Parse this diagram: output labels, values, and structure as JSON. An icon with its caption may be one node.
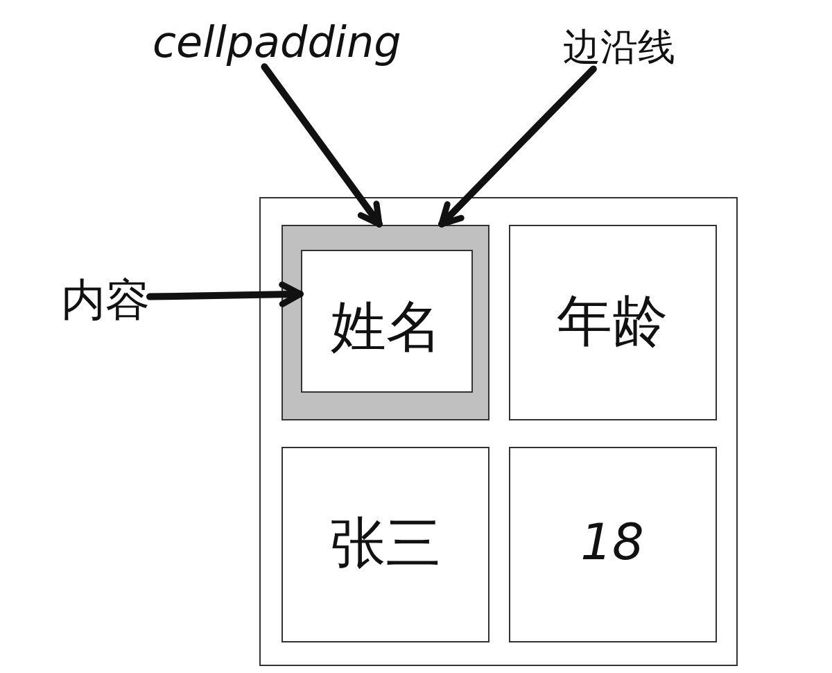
{
  "diagram": {
    "nodes": [
      {
        "text": [
          "cellpadding"
        ]
      },
      {
        "text": [
          "边沿线"
        ]
      },
      {
        "text": [
          "内容"
        ]
      },
      {
        "text": [],
        "shape": "box"
      },
      {
        "text": [],
        "shape": "box",
        "in": 3
      },
      {
        "text": [
          "姓名"
        ],
        "in": 4
      },
      {
        "text": [
          "年龄"
        ],
        "in": 3
      },
      {
        "text": [
          "张三"
        ],
        "in": 3
      },
      {
        "text": [
          "18"
        ],
        "in": 3
      }
    ],
    "edges": [
      {
        "from": 0,
        "to": 4,
        "arrow": "to"
      },
      {
        "from": 1,
        "to": 4,
        "arrow": "to"
      },
      {
        "from": 2,
        "to": 5,
        "arrow": "to"
      }
    ]
  }
}
